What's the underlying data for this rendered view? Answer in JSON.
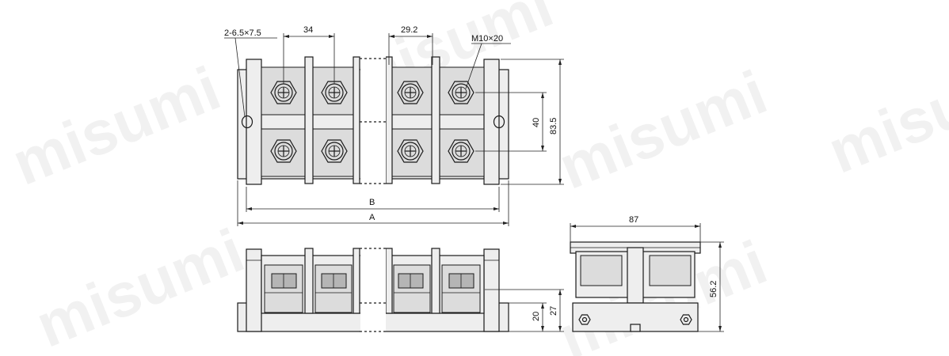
{
  "watermark": "misumi",
  "labels": {
    "hole": "2-6.5×7.5",
    "pitch": "34",
    "cell_width": "29.2",
    "screw": "M10×20",
    "terminal_spacing": "40",
    "depth": "83.5",
    "dim_b": "B",
    "dim_a": "A",
    "side_width": "87",
    "side_height": "56.2",
    "base_height": "20",
    "body_height": "27"
  }
}
